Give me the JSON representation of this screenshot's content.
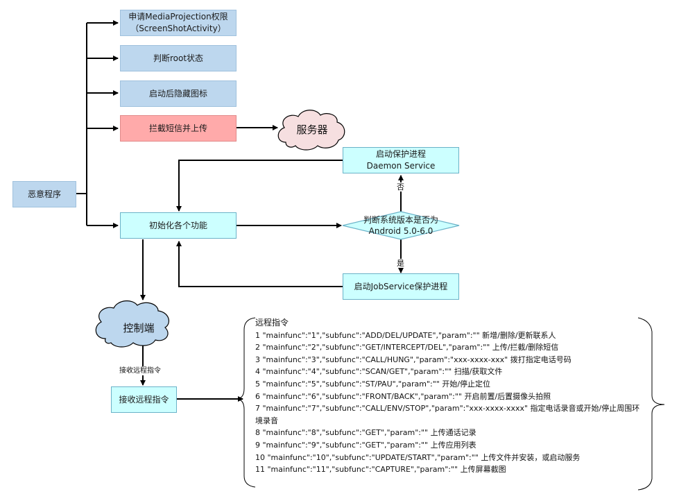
{
  "nodes": {
    "malware": "恶意程序",
    "request_projection": [
      "申请MediaProjection权限",
      "（ScreenShotActivity）"
    ],
    "check_root": "判断root状态",
    "hide_icon": "启动后隐藏图标",
    "intercept_sms": "拦截短信并上传",
    "server": "服务器",
    "daemon_service": [
      "启动保护进程",
      "Daemon Service"
    ],
    "init_functions": "初始化各个功能",
    "check_version": [
      "判断系统版本是否为",
      "Android 5.0-6.0"
    ],
    "jobservice": "启动JobService保护进程",
    "controller": "控制端",
    "receive_commands": "接收远程指令"
  },
  "edge_labels": {
    "no": "否",
    "yes": "是",
    "receive": "接收远程指令"
  },
  "commands": {
    "title": "远程指令",
    "items": [
      "1  \"mainfunc\":\"1\",\"subfunc\":\"ADD/DEL/UPDATE\",\"param\":\"\" 新增/删除/更新联系人",
      "2  \"mainfunc\":\"2\",\"subfunc\":\"GET/INTERCEPT/DEL\",\"param\":\"\" 上传/拦截/删除短信",
      "3  \"mainfunc\":\"3\",\"subfunc\":\"CALL/HUNG\",\"param\":\"xxx-xxxx-xxx\" 拨打指定电话号码",
      "4  \"mainfunc\":\"4\",\"subfunc\":\"SCAN/GET\",\"param\":\"\" 扫描/获取文件",
      "5  \"mainfunc\":\"5\",\"subfunc\":\"ST/PAU\",\"param\":\"\" 开始/停止定位",
      "6  \"mainfunc\":\"6\",\"subfunc\":\"FRONT/BACK\",\"param\":\"\" 开启前置/后置摄像头拍照",
      "7  \"mainfunc\":\"7\",\"subfunc\":\"CALL/ENV/STOP\",\"param\":\"xxx-xxxx-xxxx\" 指定电话录音或开始/停止周围环境录音",
      "8  \"mainfunc\":\"8\",\"subfunc\":\"GET\",\"param\":\"\" 上传通话记录",
      "9  \"mainfunc\":\"9\",\"subfunc\":\"GET\",\"param\":\"\" 上传应用列表",
      "10  \"mainfunc\":\"10\",\"subfunc\":\"UPDATE/START\",\"param\":\"\" 上传文件并安装，或启动服务",
      "11  \"mainfunc\":\"11\",\"subfunc\":\"CAPTURE\",\"param\":\"\" 上传屏幕截图"
    ]
  },
  "colors": {
    "blue_box": "#bdd7ee",
    "cyan_box": "#ccffff",
    "pink_box": "#ffaaaa",
    "cloud_pink": "#f6dfe0",
    "cloud_blue": "#bdd7ee",
    "line": "#000000"
  }
}
